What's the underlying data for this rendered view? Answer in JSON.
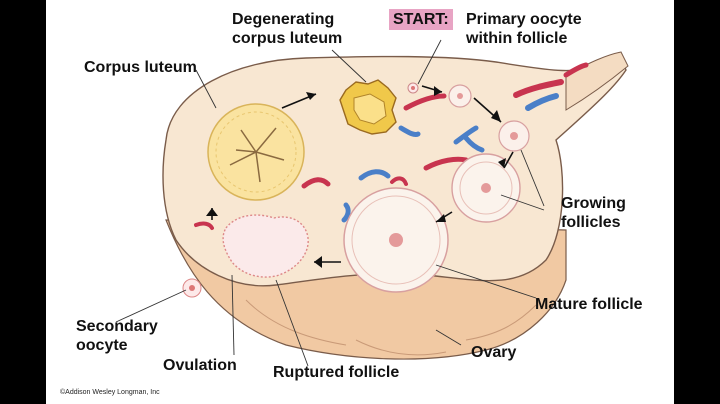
{
  "diagram": {
    "labels": {
      "start": "START:",
      "primary_oocyte": "Primary oocyte",
      "within_follicle": "within follicle",
      "degenerating": "Degenerating",
      "corpus_luteum_degen": "corpus luteum",
      "corpus_luteum": "Corpus luteum",
      "growing": "Growing",
      "follicles": "follicles",
      "mature_follicle": "Mature follicle",
      "secondary": "Secondary",
      "oocyte": "oocyte",
      "ovulation": "Ovulation",
      "ruptured_follicle": "Ruptured follicle",
      "ovary": "Ovary"
    },
    "copyright": "©Addison Wesley Longman, Inc"
  },
  "colors": {
    "start_highlight": "#e8a4c4",
    "ovary_fill": "#f8e7d2",
    "ovary_outline": "#7a5c4a",
    "ovary_lower": "#f1c9a3",
    "corpus_luteum": "#fae3a0",
    "degenerating": "#f0c84a",
    "red_vessel": "#c8344f",
    "blue_vessel": "#4a7fc8"
  }
}
